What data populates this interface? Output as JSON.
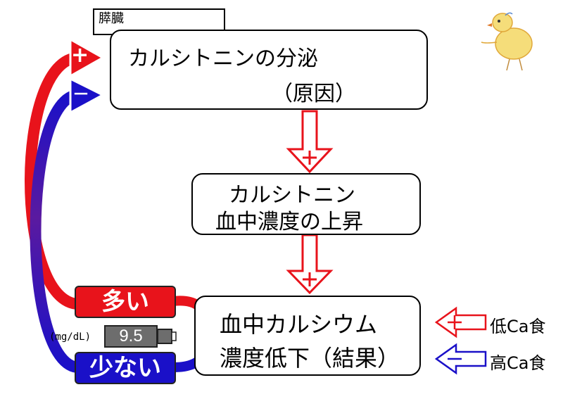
{
  "pancreas_label": "膵臓",
  "cause_box": {
    "line1": "カルシトニンの分泌",
    "line2": "（原因）"
  },
  "middle_box": {
    "line1": "カルシトニン",
    "line2": "血中濃度の上昇"
  },
  "result_box": {
    "line1": "血中カルシウム",
    "line2": "濃度低下（結果）"
  },
  "feedback": {
    "plus_sign": "+",
    "minus_sign": "－"
  },
  "levels": {
    "high": "多い",
    "low": "少ない"
  },
  "meter": {
    "unit": "(mg/dL)",
    "value": "9.5"
  },
  "legend": {
    "low_ca_diet": "低Ca食",
    "high_ca_diet": "高Ca食"
  },
  "colors": {
    "red": "#e8131b",
    "blue": "#1a10c8",
    "dark_red": "#b01010"
  }
}
